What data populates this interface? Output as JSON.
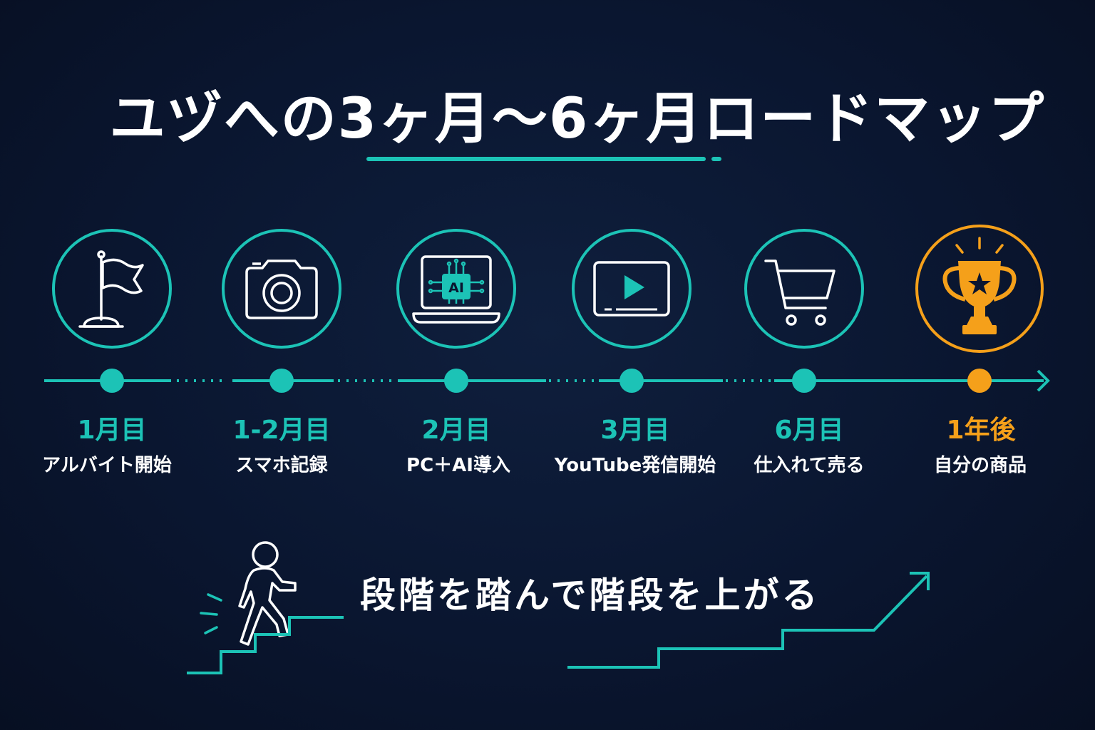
{
  "title": "ユヅへの3ヶ月〜6ヶ月ロードマップ",
  "colors": {
    "accent": "#1cc3b6",
    "highlight": "#f5a01a",
    "text": "#ffffff",
    "background": "#0a1630"
  },
  "steps": [
    {
      "period": "1月目",
      "label": "アルバイト開始",
      "icon": "flag-icon"
    },
    {
      "period": "1-2月目",
      "label": "スマホ記録",
      "icon": "camera-icon"
    },
    {
      "period": "2月目",
      "label": "PC＋AI導入",
      "icon": "ai-laptop-icon",
      "icon_text": "AI"
    },
    {
      "period": "3月目",
      "label": "YouTube発信開始",
      "icon": "video-play-icon"
    },
    {
      "period": "6月目",
      "label": "仕入れて売る",
      "icon": "shopping-cart-icon"
    },
    {
      "period": "1年後",
      "label": "自分の商品",
      "icon": "trophy-icon",
      "highlight": true
    }
  ],
  "slogan": "段階を踏んで階段を上がる"
}
